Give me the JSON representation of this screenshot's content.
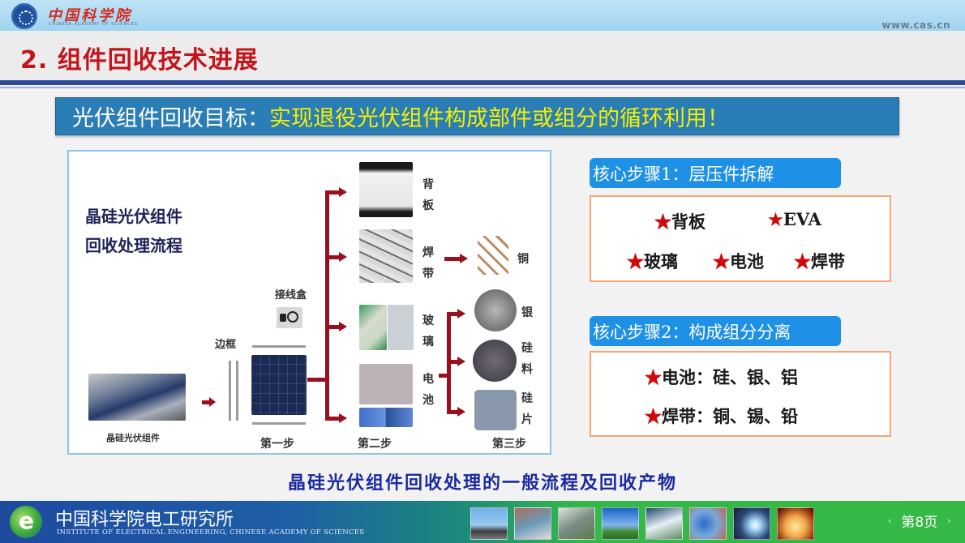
{
  "header": {
    "org_name_cn": "中国科学院",
    "org_name_en": "CHINESE ACADEMY OF SCIENCES",
    "url": "www.cas.cn",
    "slide_title": "2. 组件回收技术进展"
  },
  "goal_banner": {
    "label": "光伏组件回收目标：",
    "value": "实现退役光伏组件构成部件或组分的循环利用！"
  },
  "flow_diagram": {
    "title_line1": "晶硅光伏组件",
    "title_line2": "回收处理流程",
    "module_photo_label": "晶硅光伏组件",
    "frame_label": "边框",
    "junction_box_label": "接线盒",
    "step1_label": "第一步",
    "step2_label": "第二步",
    "step3_label": "第三步",
    "step2_outputs": [
      "背板",
      "焊带",
      "玻璃",
      "电池"
    ],
    "ribbon_output": "铜",
    "step3_outputs": [
      "银",
      "硅料",
      "硅片"
    ]
  },
  "core_step_1": {
    "heading": "核心步骤1：层压件拆解",
    "items_row1": [
      "背板",
      "EVA"
    ],
    "items_row2": [
      "玻璃",
      "电池",
      "焊带"
    ],
    "star_glyph": "★"
  },
  "core_step_2": {
    "heading": "核心步骤2：构成组分分离",
    "items": [
      "电池：硅、银、铝",
      "焊带：铜、锡、铅"
    ],
    "star_glyph": "★"
  },
  "caption": "晶硅光伏组件回收处理的一般流程及回收产物",
  "footer": {
    "institute_cn": "中国科学院电工研究所",
    "institute_en": "INSTITUTE OF ELECTRICAL ENGINEERING, CHINESE ACADEMY OF SCIENCES",
    "page_label": "第8页",
    "prev_glyph": "‹",
    "next_glyph": "›"
  },
  "colors": {
    "title_red": "#c3141c",
    "banner_blue": "#2a7db5",
    "banner_yellow": "#f4f000",
    "step_head_blue": "#1e90e6",
    "arrow_red": "#9a0f1e",
    "star_red": "#d00a0a",
    "caption_blue": "#1b2aa0"
  }
}
